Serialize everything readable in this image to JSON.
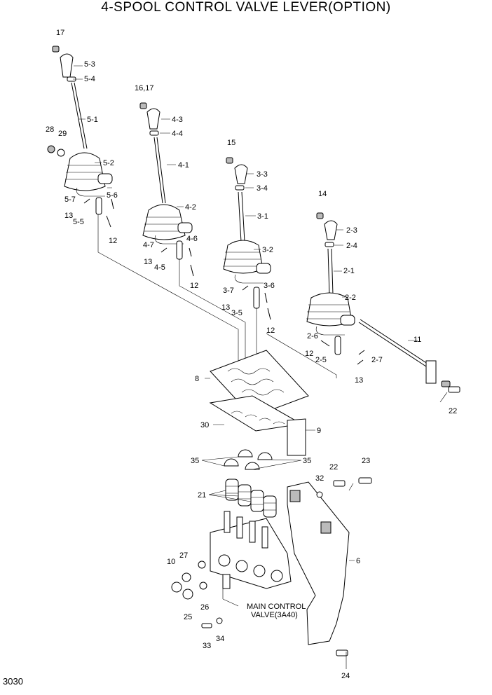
{
  "title": "4-SPOOL CONTROL VALVE LEVER(OPTION)",
  "page_number": "3030",
  "callouts": {
    "c17": "17",
    "c5_3": "5-3",
    "c5_4": "5-4",
    "c5_1": "5-1",
    "c28": "28",
    "c29": "29",
    "c5_2": "5-2",
    "c5_6": "5-6",
    "c5_7": "5-7",
    "c13a": "13",
    "c5_5": "5-5",
    "c12a": "12",
    "c16_17": "16,17",
    "c4_3": "4-3",
    "c4_4": "4-4",
    "c4_1": "4-1",
    "c4_2": "4-2",
    "c4_6": "4-6",
    "c4_7": "4-7",
    "c13b": "13",
    "c4_5": "4-5",
    "c12b": "12",
    "c15": "15",
    "c3_3": "3-3",
    "c3_4": "3-4",
    "c3_1": "3-1",
    "c3_2": "3-2",
    "c3_7": "3-7",
    "c3_6": "3-6",
    "c13c": "13",
    "c3_5": "3-5",
    "c12c": "12",
    "c14": "14",
    "c2_3": "2-3",
    "c2_4": "2-4",
    "c2_1": "2-1",
    "c2_2": "2-2",
    "c2_6": "2-6",
    "c12d": "12",
    "c2_5": "2-5",
    "c2_7": "2-7",
    "c13d": "13",
    "c11": "11",
    "c22a": "22",
    "c8": "8",
    "c30": "30",
    "c9": "9",
    "c35a": "35",
    "c35b": "35",
    "c21": "21",
    "c32": "32",
    "c22b": "22",
    "c23": "23",
    "c6": "6",
    "c27": "27",
    "c10": "10",
    "c26": "26",
    "c25": "25",
    "c33": "33",
    "c34": "34",
    "c24": "24",
    "main_valve_line1": "MAIN CONTROL",
    "main_valve_line2": "VALVE(3A40)"
  }
}
